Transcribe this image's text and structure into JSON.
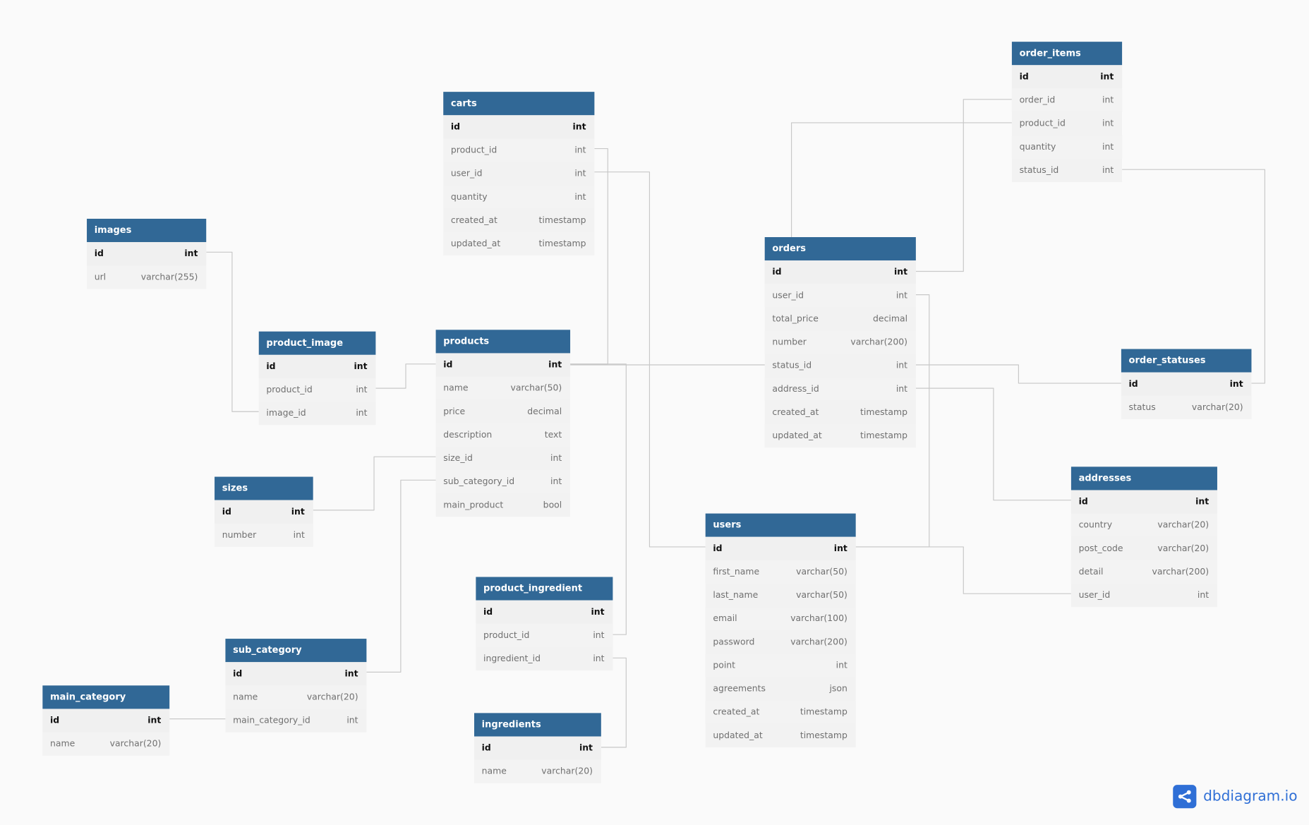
{
  "tables": [
    {
      "name": "carts",
      "fields": [
        {
          "name": "id",
          "type": "int",
          "pk": true
        },
        {
          "name": "product_id",
          "type": "int"
        },
        {
          "name": "user_id",
          "type": "int"
        },
        {
          "name": "quantity",
          "type": "int"
        },
        {
          "name": "created_at",
          "type": "timestamp"
        },
        {
          "name": "updated_at",
          "type": "timestamp"
        }
      ]
    },
    {
      "name": "images",
      "fields": [
        {
          "name": "id",
          "type": "int",
          "pk": true
        },
        {
          "name": "url",
          "type": "varchar(255)"
        }
      ]
    },
    {
      "name": "product_image",
      "fields": [
        {
          "name": "id",
          "type": "int",
          "pk": true
        },
        {
          "name": "product_id",
          "type": "int"
        },
        {
          "name": "image_id",
          "type": "int"
        }
      ]
    },
    {
      "name": "products",
      "fields": [
        {
          "name": "id",
          "type": "int",
          "pk": true
        },
        {
          "name": "name",
          "type": "varchar(50)"
        },
        {
          "name": "price",
          "type": "decimal"
        },
        {
          "name": "description",
          "type": "text"
        },
        {
          "name": "size_id",
          "type": "int"
        },
        {
          "name": "sub_category_id",
          "type": "int"
        },
        {
          "name": "main_product",
          "type": "bool"
        }
      ]
    },
    {
      "name": "sizes",
      "fields": [
        {
          "name": "id",
          "type": "int",
          "pk": true
        },
        {
          "name": "number",
          "type": "int"
        }
      ]
    },
    {
      "name": "sub_category",
      "fields": [
        {
          "name": "id",
          "type": "int",
          "pk": true
        },
        {
          "name": "name",
          "type": "varchar(20)"
        },
        {
          "name": "main_category_id",
          "type": "int"
        }
      ]
    },
    {
      "name": "main_category",
      "fields": [
        {
          "name": "id",
          "type": "int",
          "pk": true
        },
        {
          "name": "name",
          "type": "varchar(20)"
        }
      ]
    },
    {
      "name": "product_ingredient",
      "fields": [
        {
          "name": "id",
          "type": "int",
          "pk": true
        },
        {
          "name": "product_id",
          "type": "int"
        },
        {
          "name": "ingredient_id",
          "type": "int"
        }
      ]
    },
    {
      "name": "ingredients",
      "fields": [
        {
          "name": "id",
          "type": "int",
          "pk": true
        },
        {
          "name": "name",
          "type": "varchar(20)"
        }
      ]
    },
    {
      "name": "users",
      "fields": [
        {
          "name": "id",
          "type": "int",
          "pk": true
        },
        {
          "name": "first_name",
          "type": "varchar(50)"
        },
        {
          "name": "last_name",
          "type": "varchar(50)"
        },
        {
          "name": "email",
          "type": "varchar(100)"
        },
        {
          "name": "password",
          "type": "varchar(200)"
        },
        {
          "name": "point",
          "type": "int"
        },
        {
          "name": "agreements",
          "type": "json"
        },
        {
          "name": "created_at",
          "type": "timestamp"
        },
        {
          "name": "updated_at",
          "type": "timestamp"
        }
      ]
    },
    {
      "name": "orders",
      "fields": [
        {
          "name": "id",
          "type": "int",
          "pk": true
        },
        {
          "name": "user_id",
          "type": "int"
        },
        {
          "name": "total_price",
          "type": "decimal"
        },
        {
          "name": "number",
          "type": "varchar(200)"
        },
        {
          "name": "status_id",
          "type": "int"
        },
        {
          "name": "address_id",
          "type": "int"
        },
        {
          "name": "created_at",
          "type": "timestamp"
        },
        {
          "name": "updated_at",
          "type": "timestamp"
        }
      ]
    },
    {
      "name": "order_items",
      "fields": [
        {
          "name": "id",
          "type": "int",
          "pk": true
        },
        {
          "name": "order_id",
          "type": "int"
        },
        {
          "name": "product_id",
          "type": "int"
        },
        {
          "name": "quantity",
          "type": "int"
        },
        {
          "name": "status_id",
          "type": "int"
        }
      ]
    },
    {
      "name": "order_statuses",
      "fields": [
        {
          "name": "id",
          "type": "int",
          "pk": true
        },
        {
          "name": "status",
          "type": "varchar(20)"
        }
      ]
    },
    {
      "name": "addresses",
      "fields": [
        {
          "name": "id",
          "type": "int",
          "pk": true
        },
        {
          "name": "country",
          "type": "varchar(20)"
        },
        {
          "name": "post_code",
          "type": "varchar(20)"
        },
        {
          "name": "detail",
          "type": "varchar(200)"
        },
        {
          "name": "user_id",
          "type": "int"
        }
      ]
    }
  ],
  "relationships": [
    {
      "from": "product_image.image_id",
      "to": "images.id"
    },
    {
      "from": "product_image.product_id",
      "to": "products.id"
    },
    {
      "from": "products.size_id",
      "to": "sizes.id"
    },
    {
      "from": "products.sub_category_id",
      "to": "sub_category.id"
    },
    {
      "from": "sub_category.main_category_id",
      "to": "main_category.id"
    },
    {
      "from": "carts.product_id",
      "to": "products.id"
    },
    {
      "from": "carts.user_id",
      "to": "users.id"
    },
    {
      "from": "order_items.product_id",
      "to": "products.id"
    },
    {
      "from": "product_ingredient.product_id",
      "to": "products.id"
    },
    {
      "from": "product_ingredient.ingredient_id",
      "to": "ingredients.id"
    },
    {
      "from": "order_items.order_id",
      "to": "orders.id"
    },
    {
      "from": "order_items.status_id",
      "to": "order_statuses.id"
    },
    {
      "from": "orders.user_id",
      "to": "users.id"
    },
    {
      "from": "orders.status_id",
      "to": "order_statuses.id"
    },
    {
      "from": "orders.address_id",
      "to": "addresses.id"
    },
    {
      "from": "addresses.user_id",
      "to": "users.id"
    }
  ],
  "colors": {
    "header": "#316896",
    "body": "#f2f2f2",
    "line": "#c8c8c8",
    "brand": "#2f6fd6"
  },
  "brand": {
    "label": "dbdiagram.io",
    "icon": "share-nodes-icon"
  }
}
